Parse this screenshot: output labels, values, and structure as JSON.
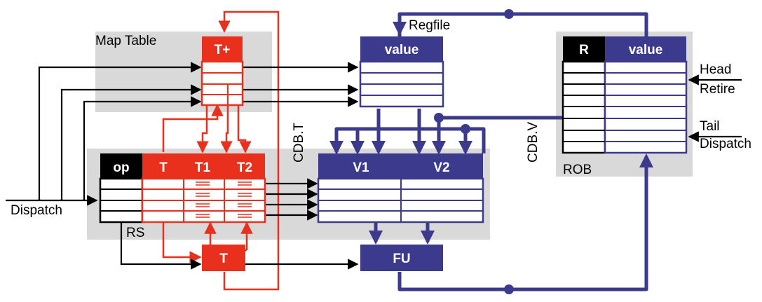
{
  "labels": {
    "map_table": "Map Table",
    "regfile": "Regfile",
    "rs": "RS",
    "rob": "ROB",
    "cdb_t": "CDB.T",
    "cdb_v": "CDB.V",
    "dispatch_left": "Dispatch",
    "head": "Head",
    "retire": "Retire",
    "tail": "Tail",
    "dispatch_right": "Dispatch"
  },
  "map_table": {
    "header": "T+"
  },
  "regfile": {
    "header": "value"
  },
  "rob": {
    "header_r": "R",
    "header_value": "value"
  },
  "rs": {
    "op": "op",
    "t": "T",
    "t1": "T1",
    "t2": "T2",
    "v1": "V1",
    "v2": "V2"
  },
  "fu": {
    "label": "FU"
  },
  "t_latch": {
    "label": "T"
  },
  "colors": {
    "red": "#e8301c",
    "navy": "#3b3a8c",
    "black": "#000000",
    "gray": "#d9d9d9"
  }
}
